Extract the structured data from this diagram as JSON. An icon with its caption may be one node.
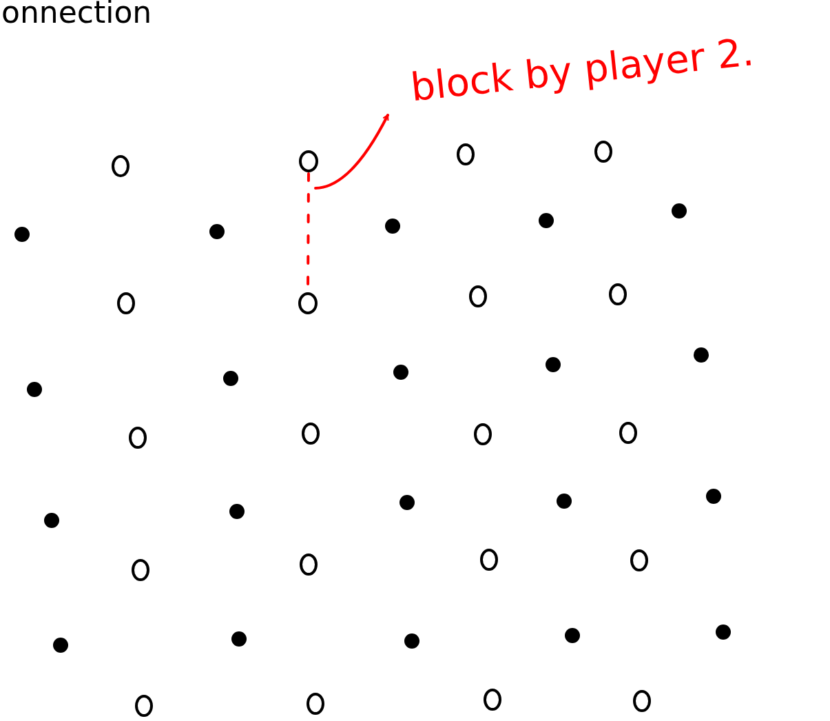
{
  "diagram": {
    "nodes": [
      {
        "text": [
          "block by player 2."
        ]
      },
      {
        "text": [],
        "shape": "circle"
      },
      {
        "text": [],
        "shape": "circle"
      }
    ],
    "edges": [
      {
        "from": 1,
        "to": 2,
        "arrow": "none",
        "style": "dashed",
        "color": "#ff0000"
      },
      {
        "from": null,
        "to": 0,
        "arrow": "to",
        "color": "#ff0000"
      }
    ],
    "labels": [
      "onnection"
    ]
  }
}
